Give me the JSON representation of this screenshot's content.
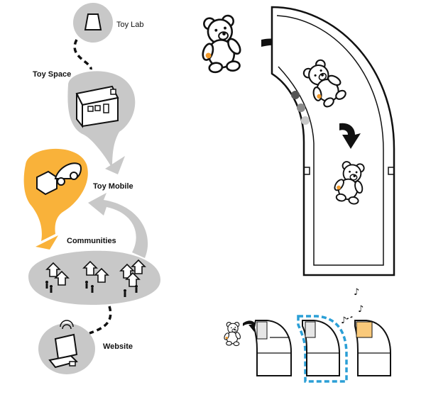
{
  "labels": {
    "toy_lab": "Toy Lab",
    "toy_space": "Toy Space",
    "toy_mobile": "Toy Mobile",
    "communities": "Communities",
    "website": "Website"
  },
  "music_notes": [
    "♪",
    "♪",
    "♪"
  ],
  "colors": {
    "grey": "#c8c8c8",
    "orange": "#f9b23a",
    "blue_dash": "#2b9fd6",
    "ink": "#111111"
  }
}
